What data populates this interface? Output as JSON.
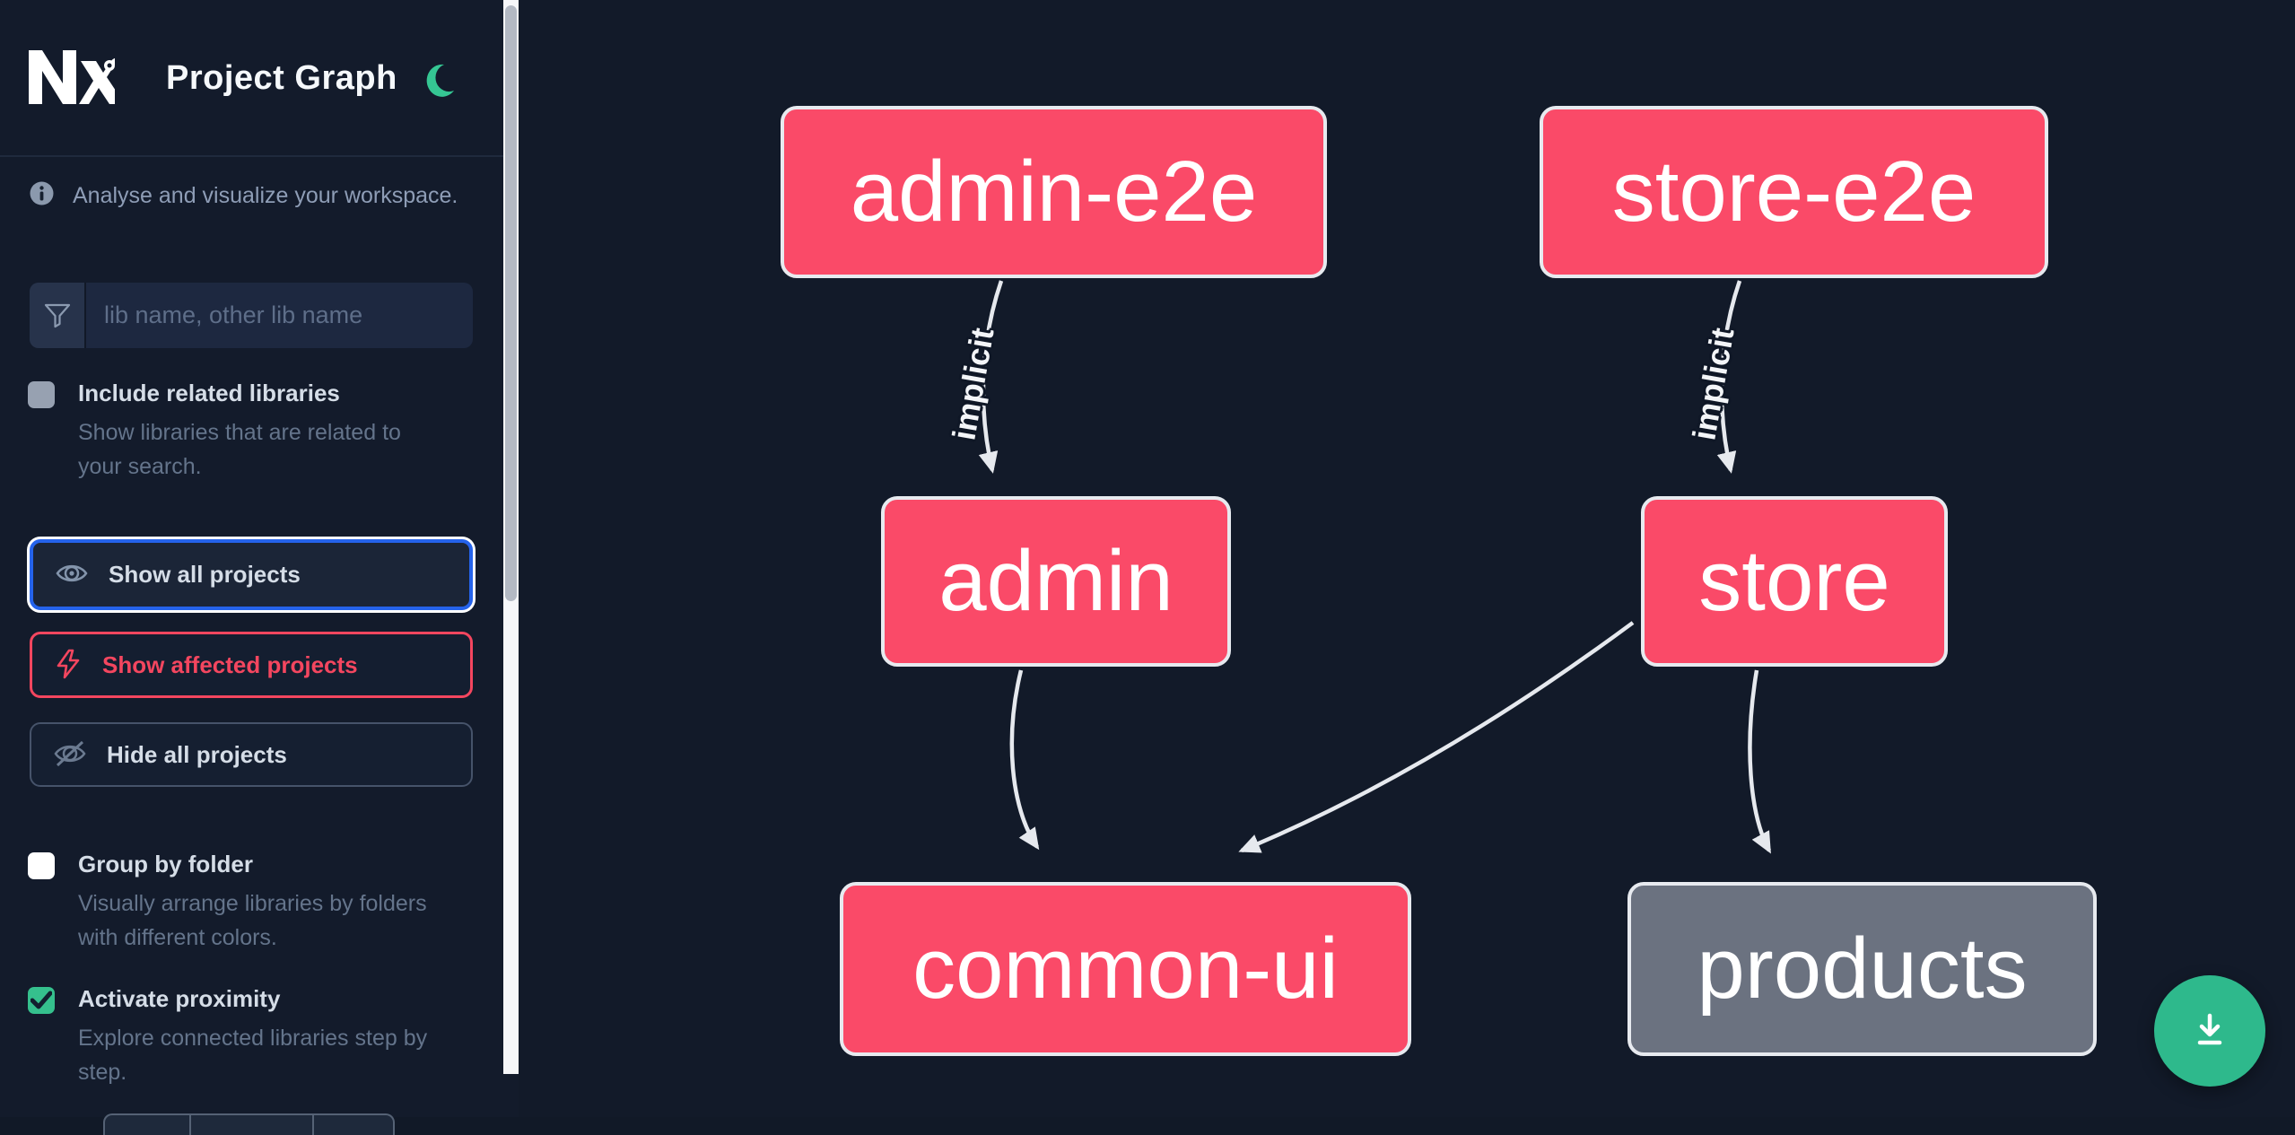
{
  "app": {
    "title": "Project Graph",
    "logo_icon": "nx-logo",
    "theme_toggle_icon": "moon-icon"
  },
  "sidebar": {
    "info": {
      "icon": "info-icon",
      "text": "Analyse and visualize your workspace."
    },
    "search": {
      "icon": "filter-icon",
      "placeholder": "lib name, other lib name",
      "value": ""
    },
    "checkboxes": [
      {
        "label": "Include related libraries",
        "description": "Show libraries that are related to your search.",
        "checked": false
      },
      {
        "label": "Group by folder",
        "description": "Visually arrange libraries by folders with different colors.",
        "checked": false
      },
      {
        "label": "Activate proximity",
        "description": "Explore connected libraries step by step.",
        "checked": true
      }
    ],
    "actions": [
      {
        "label": "Show all projects",
        "icon": "eye-icon",
        "style": "focused"
      },
      {
        "label": "Show affected projects",
        "icon": "bolt-icon",
        "style": "danger"
      },
      {
        "label": "Hide all projects",
        "icon": "eye-off-icon",
        "style": "default"
      }
    ]
  },
  "graph": {
    "nodes": [
      {
        "id": "admin-e2e",
        "label": "admin-e2e",
        "color": "pink"
      },
      {
        "id": "store-e2e",
        "label": "store-e2e",
        "color": "pink"
      },
      {
        "id": "admin",
        "label": "admin",
        "color": "pink"
      },
      {
        "id": "store",
        "label": "store",
        "color": "pink"
      },
      {
        "id": "common-ui",
        "label": "common-ui",
        "color": "pink"
      },
      {
        "id": "products",
        "label": "products",
        "color": "gray"
      }
    ],
    "edges": [
      {
        "from": "admin-e2e",
        "to": "admin",
        "label": "implicit"
      },
      {
        "from": "store-e2e",
        "to": "store",
        "label": "implicit"
      },
      {
        "from": "admin",
        "to": "common-ui",
        "label": ""
      },
      {
        "from": "store",
        "to": "common-ui",
        "label": ""
      },
      {
        "from": "store",
        "to": "products",
        "label": ""
      }
    ],
    "download_icon": "download-icon"
  },
  "colors": {
    "node-pink": "#fa4a68",
    "node-gray": "#6b7280",
    "accent-blue": "#2563eb",
    "accent-red": "#f4465f",
    "accent-green": "#2eb98c",
    "edge-gray": "#e6e9ee"
  }
}
